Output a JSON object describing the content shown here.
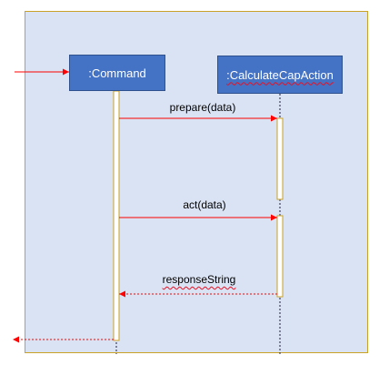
{
  "participants": {
    "command": {
      "label": ":Command"
    },
    "calculate_cap_action": {
      "label": ":CalculateCapAction"
    }
  },
  "messages": {
    "prepare": {
      "label": "prepare(data)"
    },
    "act": {
      "label": "act(data)"
    },
    "response": {
      "label": "responseString"
    }
  },
  "colors": {
    "frame_fill": "#dae3f3",
    "frame_border": "#c9a227",
    "box_fill": "#4472c4",
    "message_line": "#ff0000",
    "activation_border": "#c9a227"
  }
}
